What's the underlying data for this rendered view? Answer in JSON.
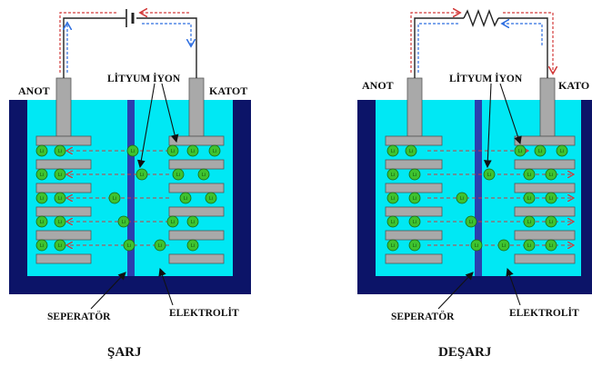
{
  "colors": {
    "container": "#0c1468",
    "electrolyte": "#00e8f4",
    "electrode": "#a9a9a9",
    "separator": "#2b3fae",
    "ion": "#3ec22f",
    "wire": "#222222",
    "arrow_red": "#d23a3a",
    "arrow_blue": "#2f6fe0"
  },
  "icons": [
    "battery-icon",
    "resistor-icon",
    "lithium-ion-icon"
  ],
  "ion_label": "Li",
  "left_panel": {
    "anode_label": "ANOT",
    "cathode_label": "KATOT",
    "ion_caption": "LİTYUM İYON",
    "separator_label": "SEPERATÖR",
    "electrolyte_label": "ELEKTROLİT",
    "title": "ŞARJ",
    "circuit_element": "battery"
  },
  "right_panel": {
    "anode_label": "ANOT",
    "cathode_label": "KATO",
    "ion_caption": "LİTYUM İYON",
    "separator_label": "SEPERATÖR",
    "electrolyte_label": "ELEKTROLİT",
    "title": "DEŞARJ",
    "circuit_element": "resistor"
  }
}
